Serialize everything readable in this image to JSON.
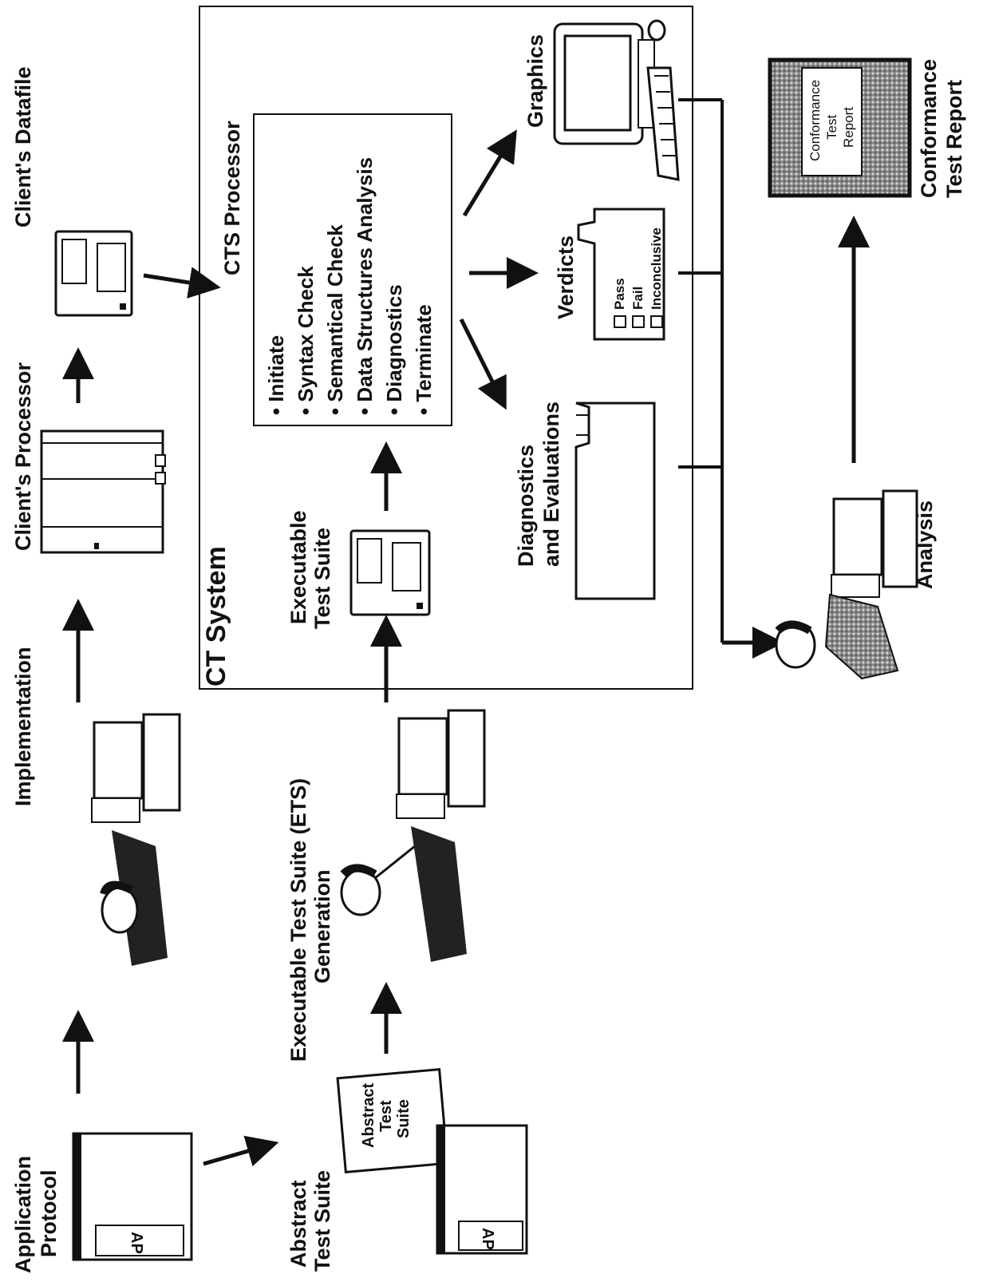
{
  "labels": {
    "application_protocol": [
      "Application",
      "Protocol"
    ],
    "implementation": "Implementation",
    "clients_processor": "Client's Processor",
    "clients_datafile": "Client's Datafile",
    "abstract_test_suite": [
      "Abstract",
      "Test Suite"
    ],
    "ets_generation": [
      "Executable Test Suite (ETS)",
      "Generation"
    ],
    "executable_test_suite": [
      "Executable",
      "Test Suite"
    ],
    "ct_system": "CT System",
    "cts_processor": "CTS Processor",
    "diagnostics_evaluations": [
      "Diagnostics",
      "and Evaluations"
    ],
    "verdicts": "Verdicts",
    "graphics": "Graphics",
    "analysis": "Analysis",
    "conformance_test_report": [
      "Conformance",
      "Test Report"
    ]
  },
  "cts_steps": [
    "• Initiate",
    "• Syntax Check",
    "• Semantical Check",
    "• Data Structures Analysis",
    "• Diagnostics",
    "• Terminate"
  ],
  "verdict_options": [
    "Pass",
    "Fail",
    "Inconclusive"
  ],
  "ap_book_label": "AP",
  "abstract_doc_label": [
    "Abstract",
    "Test",
    "Suite"
  ],
  "report_doc_label": [
    "Conformance",
    "Test",
    "Report"
  ]
}
